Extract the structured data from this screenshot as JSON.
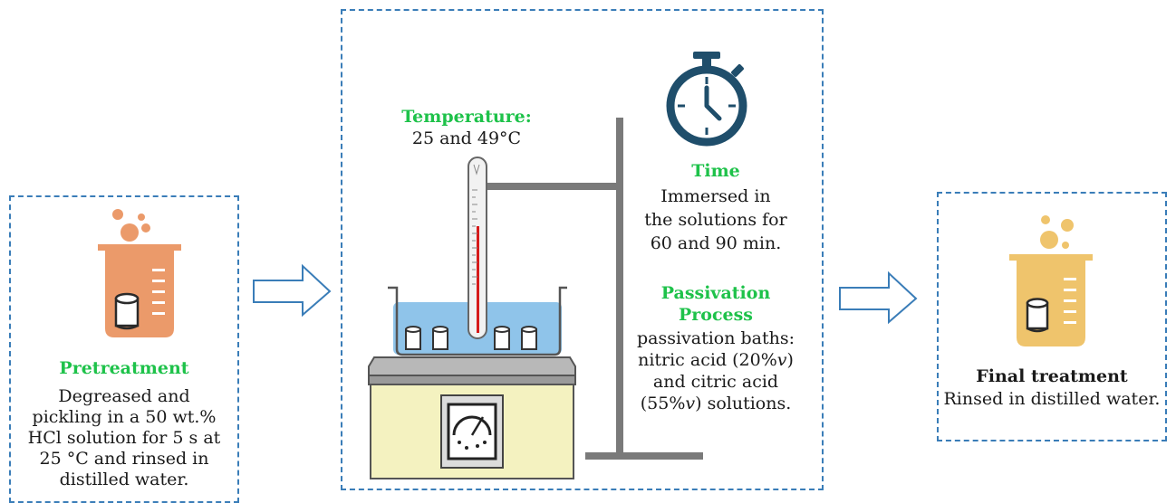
{
  "pretreatment": {
    "title": "Pretreatment",
    "lines": [
      "Degreased and",
      "pickling in a 50 wt.%",
      "HCl solution for 5 s at",
      "25 °C and rinsed in",
      "distilled water."
    ]
  },
  "temperature": {
    "title": "Temperature:",
    "value": "25 and 49°C"
  },
  "time": {
    "title": "Time",
    "lines": [
      "Immersed in",
      "the solutions for",
      "60 and 90 min."
    ]
  },
  "passivation": {
    "title_line1": "Passivation",
    "title_line2": "Process",
    "line1": "passivation baths:",
    "line2_text": "nitric acid (20%",
    "line2_italic": "v",
    "line2_end": ")",
    "line3": "and citric acid",
    "line4_text": "(55%",
    "line4_italic": "v",
    "line4_end": ") solutions."
  },
  "final": {
    "title": "Final treatment",
    "line1": "Rinsed in distilled water."
  },
  "icons": {
    "beaker_pretreatment": "beaker-icon",
    "beaker_final": "beaker-icon",
    "stopwatch": "stopwatch-icon",
    "arrow": "arrow-right-icon"
  },
  "colors": {
    "dash_border": "#3a7db8",
    "title_green": "#1ec24a",
    "beaker_orange": "#eb9a6a",
    "beaker_yellow": "#efc46c",
    "stopwatch": "#1f4e6b",
    "water_blue": "#8fc4ea",
    "hotplate_yellow": "#f4f2c0"
  }
}
